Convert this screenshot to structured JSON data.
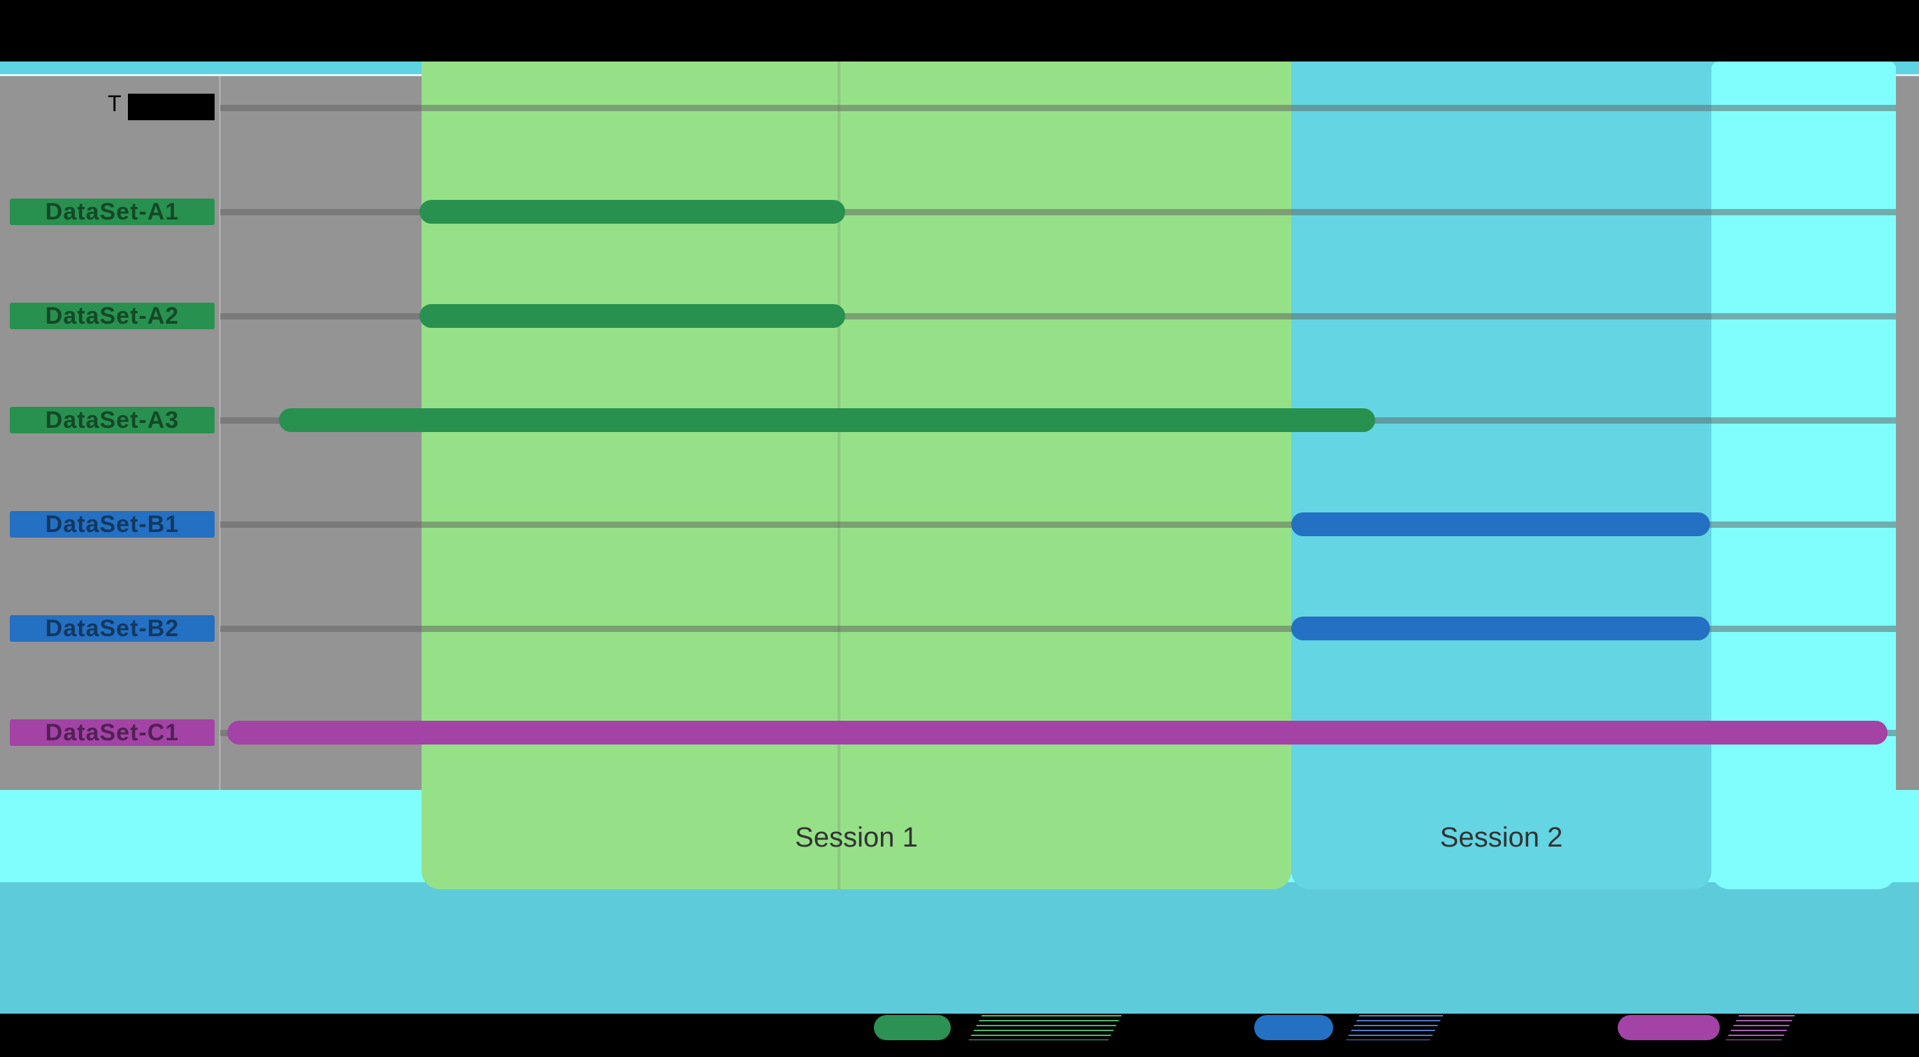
{
  "chart_data": {
    "type": "bar",
    "subtype": "gantt-timeline",
    "orientation": "horizontal",
    "title": "",
    "xlabel": "",
    "ylabel": "",
    "x_axis": {
      "ticks_visible": false,
      "note": "no axis tick labels visible in screenshot"
    },
    "first_row": {
      "visible_text": "T",
      "label_obscured": true
    },
    "group_colors": {
      "A": "#28914f",
      "B": "#2470c2",
      "C": "#a343a6"
    },
    "tasks": [
      {
        "name": "DataSet-A1",
        "group": "A",
        "start_pct": 11.9,
        "end_pct": 37.3
      },
      {
        "name": "DataSet-A2",
        "group": "A",
        "start_pct": 11.9,
        "end_pct": 37.3
      },
      {
        "name": "DataSet-A3",
        "group": "A",
        "start_pct": 3.5,
        "end_pct": 68.9
      },
      {
        "name": "DataSet-B1",
        "group": "B",
        "start_pct": 63.9,
        "end_pct": 88.9
      },
      {
        "name": "DataSet-B2",
        "group": "B",
        "start_pct": 63.9,
        "end_pct": 88.9
      },
      {
        "name": "DataSet-C1",
        "group": "C",
        "start_pct": 0.4,
        "end_pct": 99.5
      }
    ],
    "sessions": [
      {
        "label": "Session 1",
        "start_pct": 12.0,
        "end_pct": 63.9,
        "band_color": "#96e087"
      },
      {
        "label": "Session 2",
        "start_pct": 63.9,
        "end_pct": 89.0,
        "band_color": "#63d5e3"
      }
    ],
    "post_session_band": {
      "start_pct": 89.0,
      "end_pct": 100.0,
      "band_color": "#80fdfd"
    },
    "legend": {
      "position": "bottom",
      "entries": [
        {
          "swatch_color": "#2b9253",
          "label": "",
          "label_obscured": true
        },
        {
          "swatch_color": "#2470c2",
          "label": "",
          "label_obscured": true
        },
        {
          "swatch_color": "#a343a6",
          "label": "",
          "label_obscured": true
        }
      ]
    },
    "grid": {
      "horizontal_rows": 7,
      "gridline_color": "rgba(95,95,95,0.5)"
    }
  },
  "colors": {
    "background_black": "#000000",
    "plot_gray": "#949494",
    "top_strip_cyan": "#5ed3e2",
    "bottom_band_cyan": "#5ecbdb",
    "bright_cyan": "#80fdfd",
    "session1_green": "#96e087",
    "session2_cyan": "#63d5e3",
    "bar_green": "#28914f",
    "bar_blue": "#2470c2",
    "bar_purple": "#a343a6"
  }
}
